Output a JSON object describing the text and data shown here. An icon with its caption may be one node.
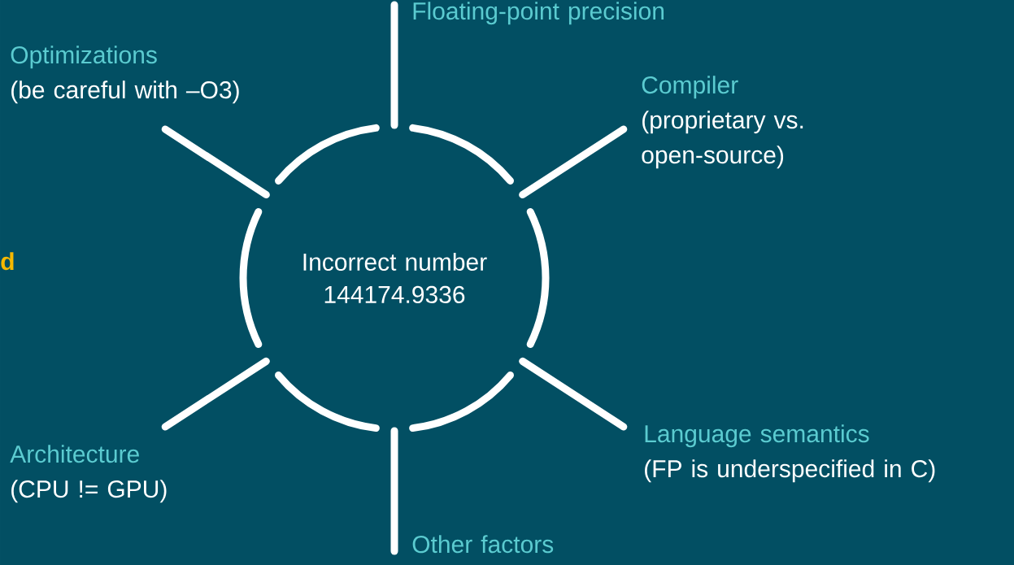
{
  "diagram": {
    "nodes": [
      {
        "text": [
          "Floating-point precision"
        ]
      },
      {
        "text": [
          "Optimizations",
          "(be careful with –O3)"
        ]
      },
      {
        "text": [
          "Compiler",
          "(proprietary vs. open-source)"
        ]
      },
      {
        "text": [
          "Incorrect number 144174.9336"
        ]
      },
      {
        "text": [
          "Language semantics",
          "(FP is underspecified in C)"
        ]
      },
      {
        "text": [
          "Architecture",
          "(CPU != GPU)"
        ]
      },
      {
        "text": [
          "Other factors"
        ]
      }
    ],
    "edges": [
      {
        "from": 3,
        "to": 0,
        "arrow": "none"
      },
      {
        "from": 3,
        "to": 1,
        "arrow": "none"
      },
      {
        "from": 3,
        "to": 2,
        "arrow": "none"
      },
      {
        "from": 3,
        "to": 4,
        "arrow": "none"
      },
      {
        "from": 3,
        "to": 5,
        "arrow": "none"
      },
      {
        "from": 3,
        "to": 6,
        "arrow": "none"
      }
    ],
    "labels": [
      "d"
    ]
  }
}
